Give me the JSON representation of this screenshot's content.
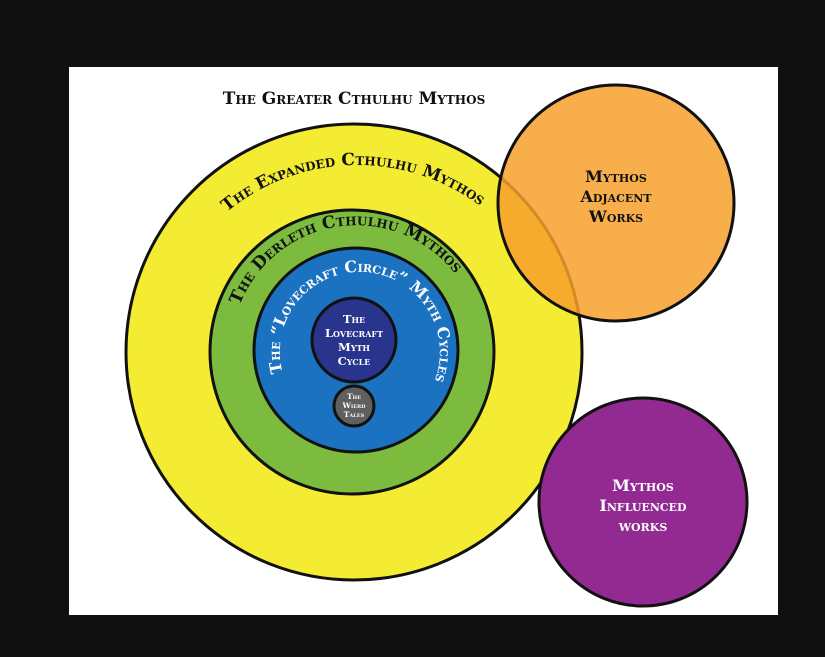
{
  "diagram": {
    "title": "The Greater Cthulhu Mythos",
    "rings": {
      "expanded": "The Expanded Cthulhu Mythos",
      "derleth": "The Derleth Cthulhu Mythos",
      "lovecraft_circle": "The “Lovecraft Circle” Myth Cycles"
    },
    "core": {
      "line1": "The",
      "line2": "Lovecraft",
      "line3": "Myth",
      "line4": "Cycle"
    },
    "weird_tales": {
      "line1": "The",
      "line2": "Wierd",
      "line3": "Tales"
    },
    "adjacent": {
      "line1": "Mythos",
      "line2": "Adjacent",
      "line3": "Works"
    },
    "influenced": {
      "line1": "Mythos",
      "line2": "Influenced",
      "line3": "works"
    }
  },
  "colors": {
    "background": "#101010",
    "panel": "#ffffff",
    "expanded_yellow": "#f4ec33",
    "derleth_green": "#7dbb3e",
    "lovecraft_circle_blue": "#1a72c0",
    "core_navy": "#29348d",
    "weird_tales_gray": "#5f5f5f",
    "adjacent_orange": "#f7a02c",
    "influenced_purple": "#922a92",
    "outline": "#111111"
  }
}
